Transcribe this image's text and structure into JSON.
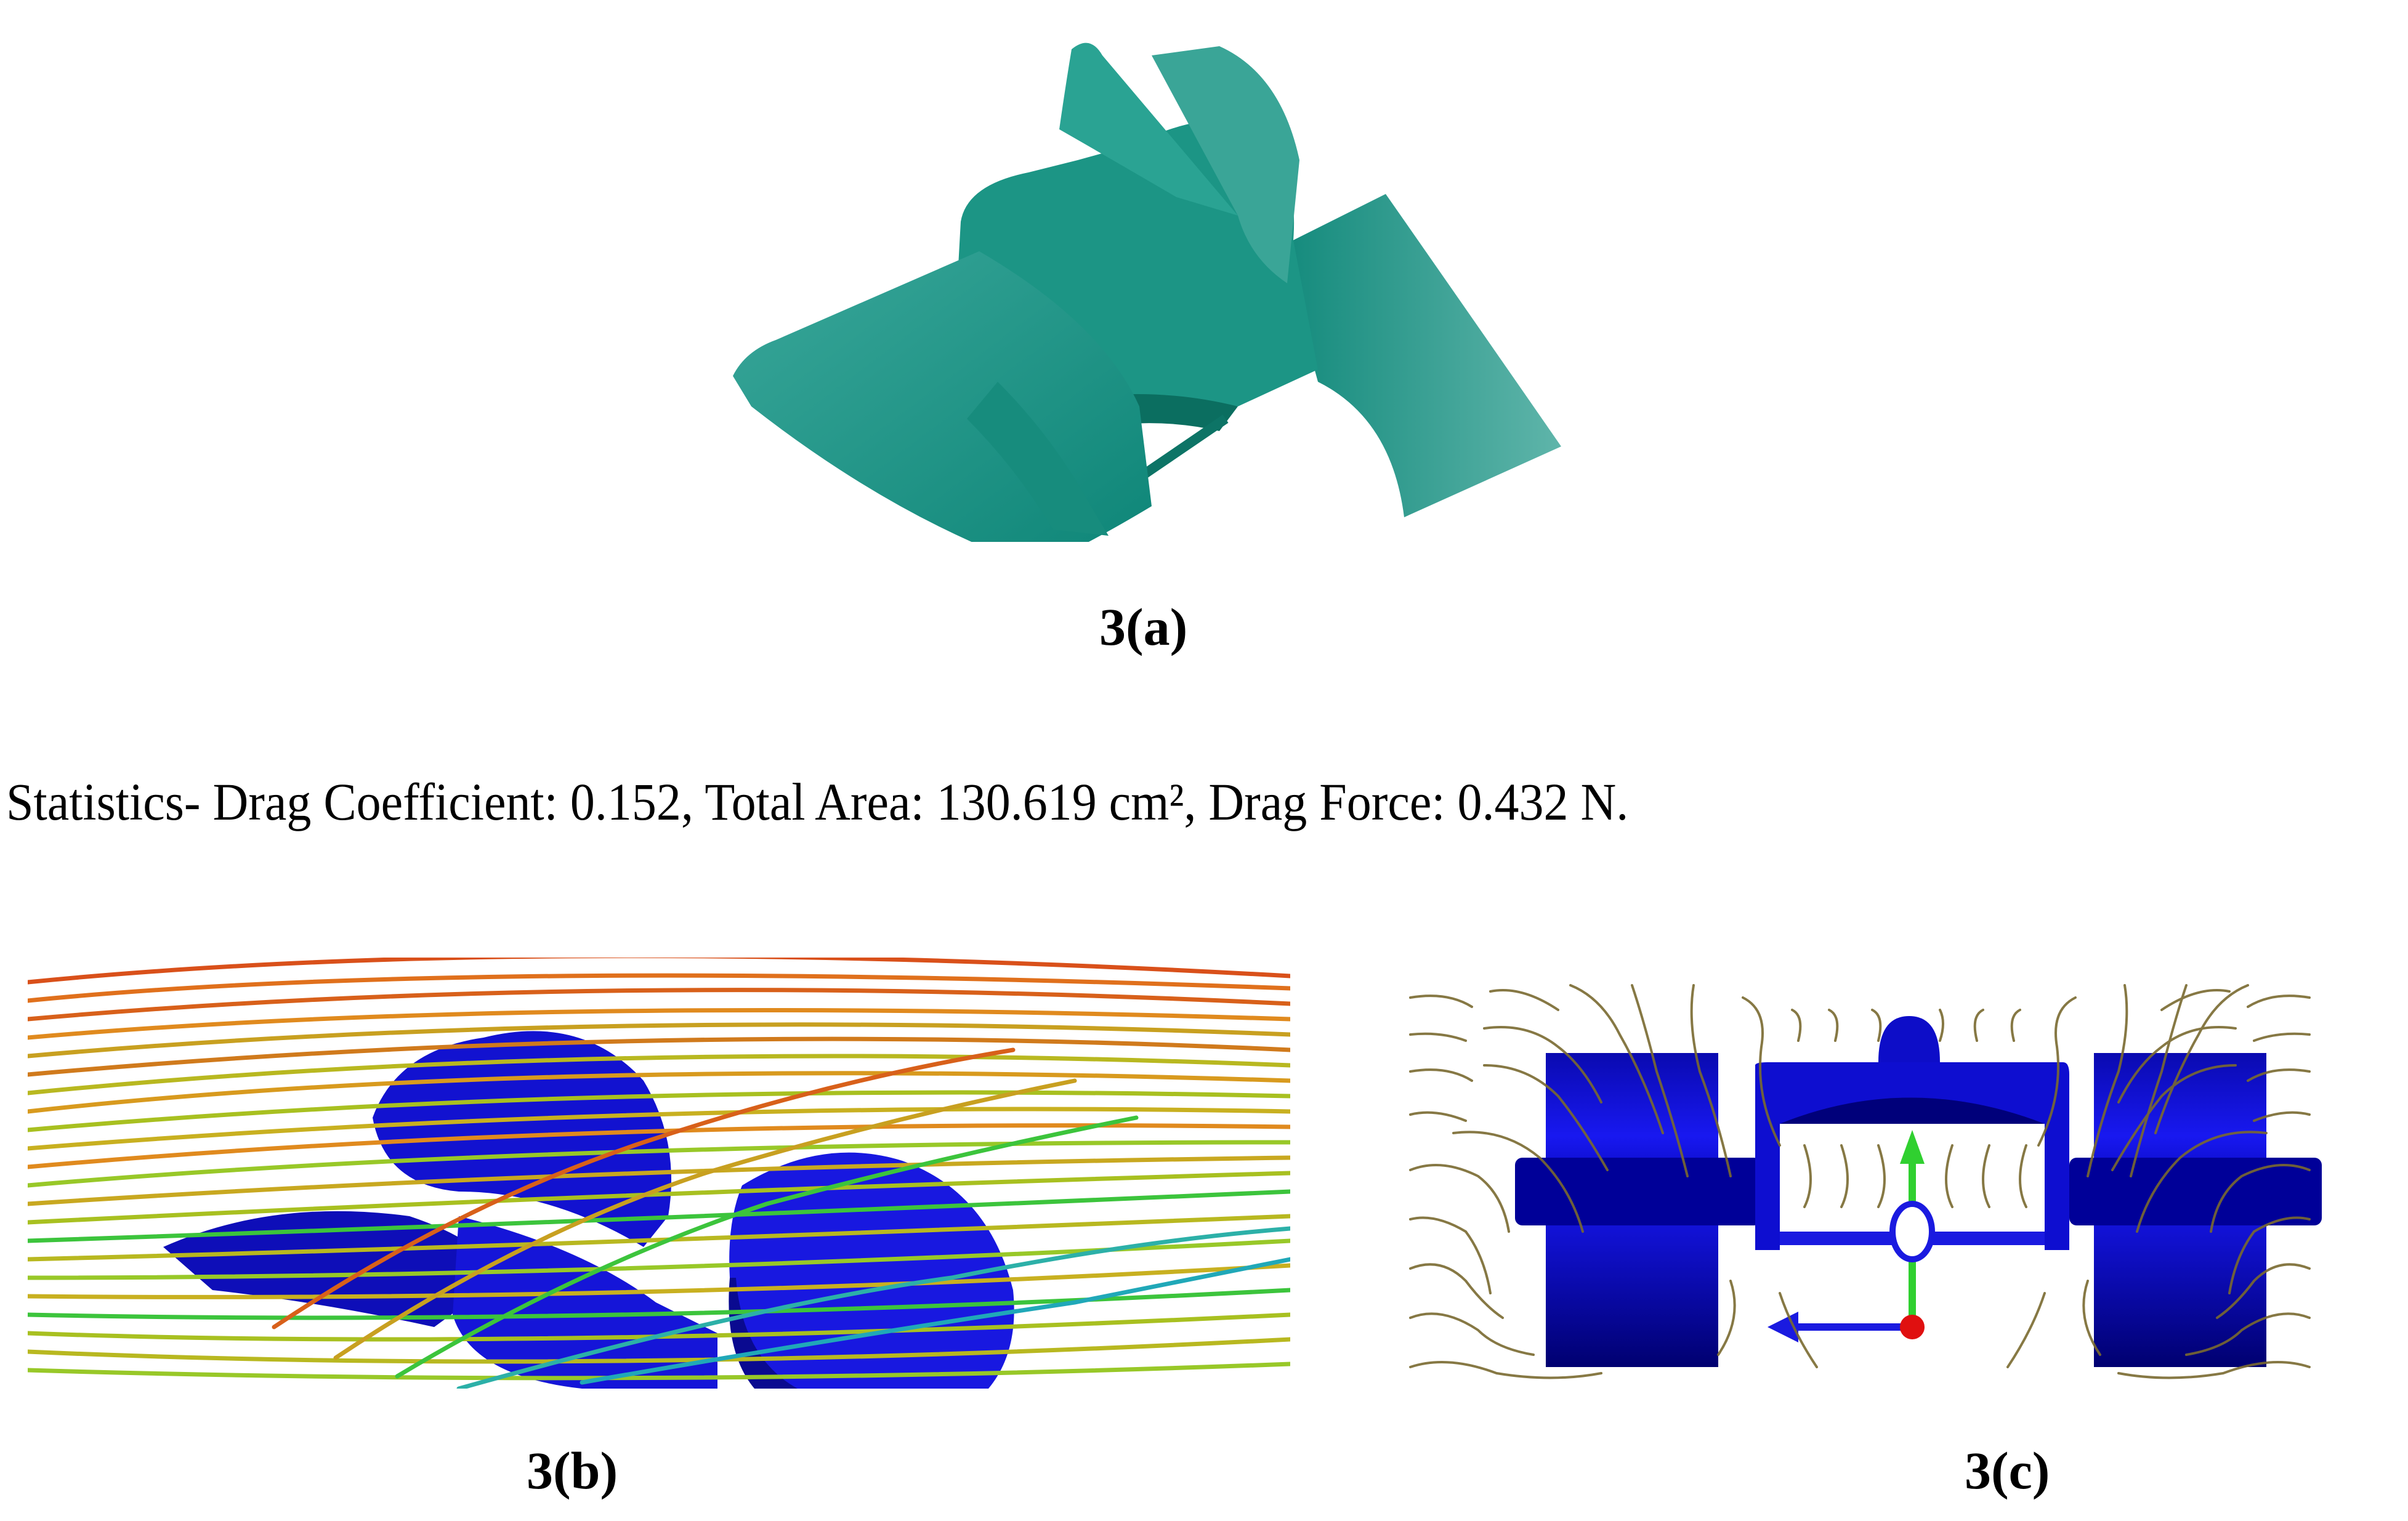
{
  "figure": {
    "panels": [
      {
        "id": "a",
        "caption": "3(a)",
        "description": "3D render of teal sled/glider with center fin, two swept side wings, and tow eyelet",
        "colors": {
          "body": "#1f9a8a",
          "body_dark": "#0f7a6c",
          "body_light": "#5ab5a7"
        }
      },
      {
        "id": "b",
        "caption": "3(b)",
        "description": "CFD streamline side view around blue model body",
        "colors": {
          "body": "#1010d8",
          "streamline_hot": "#d9501a",
          "streamline_mid": "#c8b020",
          "streamline_cool": "#3cc43c",
          "streamline_cold": "#20a8b8"
        }
      },
      {
        "id": "c",
        "caption": "3(c)",
        "description": "CFD front view with flow lines around blue model and coordinate axes",
        "colors": {
          "body": "#1010e0",
          "body_dark": "#000090",
          "flowline": "#7a6a30",
          "axis_y": "#30d030",
          "axis_x": "#1a1ae0",
          "origin": "#e01010"
        }
      }
    ],
    "statistics": {
      "prefix": "Statistics-",
      "drag_coefficient_label": "Drag Coefficient:",
      "drag_coefficient": "0.152",
      "total_area_label": "Total Area:",
      "total_area": "130.619 cm²",
      "drag_force_label": "Drag Force:",
      "drag_force": "0.432 N.",
      "full_text": "Statistics- Drag Coefficient: 0.152, Total Area: 130.619 cm², Drag Force: 0.432 N."
    }
  }
}
